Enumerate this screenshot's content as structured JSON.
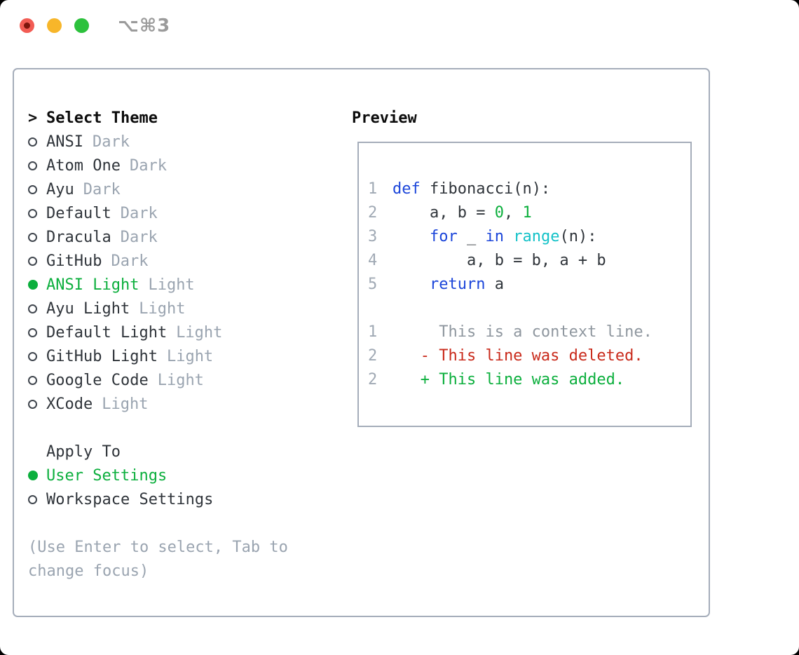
{
  "titlebar": {
    "shortcut": "⌥⌘3",
    "traffic_lights": [
      {
        "name": "close",
        "color": "#f25c54"
      },
      {
        "name": "minimize",
        "color": "#f7b62a"
      },
      {
        "name": "zoom",
        "color": "#2cc13c"
      }
    ]
  },
  "sidebar": {
    "prompt": ">",
    "title": "Select Theme",
    "themes": [
      {
        "label": "ANSI",
        "variant": "Dark",
        "selected": false
      },
      {
        "label": "Atom One",
        "variant": "Dark",
        "selected": false
      },
      {
        "label": "Ayu",
        "variant": "Dark",
        "selected": false
      },
      {
        "label": "Default",
        "variant": "Dark",
        "selected": false
      },
      {
        "label": "Dracula",
        "variant": "Dark",
        "selected": false
      },
      {
        "label": "GitHub",
        "variant": "Dark",
        "selected": false
      },
      {
        "label": "ANSI Light",
        "variant": "Light",
        "selected": true
      },
      {
        "label": "Ayu Light",
        "variant": "Light",
        "selected": false
      },
      {
        "label": "Default Light",
        "variant": "Light",
        "selected": false
      },
      {
        "label": "GitHub Light",
        "variant": "Light",
        "selected": false
      },
      {
        "label": "Google Code",
        "variant": "Light",
        "selected": false
      },
      {
        "label": "XCode",
        "variant": "Light",
        "selected": false
      }
    ],
    "apply_to": {
      "title": "Apply To",
      "options": [
        {
          "label": "User Settings",
          "selected": true
        },
        {
          "label": "Workspace Settings",
          "selected": false
        }
      ]
    },
    "hint_lines": [
      "(Use Enter to select, Tab to",
      "change focus)"
    ]
  },
  "preview": {
    "title": "Preview",
    "code_lines": [
      {
        "num": "1",
        "tokens": [
          {
            "text": "def",
            "type": "keyword"
          },
          {
            "text": " fibonacci(n):",
            "type": "plain"
          }
        ]
      },
      {
        "num": "2",
        "tokens": [
          {
            "text": "    a, b = ",
            "type": "plain"
          },
          {
            "text": "0",
            "type": "number"
          },
          {
            "text": ", ",
            "type": "plain"
          },
          {
            "text": "1",
            "type": "number"
          }
        ]
      },
      {
        "num": "3",
        "tokens": [
          {
            "text": "    ",
            "type": "plain"
          },
          {
            "text": "for",
            "type": "keyword"
          },
          {
            "text": " _ ",
            "type": "plain"
          },
          {
            "text": "in",
            "type": "keyword"
          },
          {
            "text": " ",
            "type": "plain"
          },
          {
            "text": "range",
            "type": "builtin"
          },
          {
            "text": "(n):",
            "type": "plain"
          }
        ]
      },
      {
        "num": "4",
        "tokens": [
          {
            "text": "        a, b = b, a + b",
            "type": "plain"
          }
        ]
      },
      {
        "num": "5",
        "tokens": [
          {
            "text": "    ",
            "type": "plain"
          },
          {
            "text": "return",
            "type": "keyword"
          },
          {
            "text": " a",
            "type": "plain"
          }
        ]
      }
    ],
    "diff_lines": [
      {
        "num": "1",
        "text": "     This is a context line.",
        "type": "context"
      },
      {
        "num": "2",
        "text": "   - This line was deleted.",
        "type": "deleted"
      },
      {
        "num": "2",
        "text": "   + This line was added.",
        "type": "added"
      }
    ]
  },
  "colors": {
    "accent_green": "#0caf3d",
    "keyword_blue": "#1c46da",
    "builtin_cyan": "#14c2c8",
    "deleted_red": "#c92a1b",
    "muted_gray": "#9aa4b0",
    "border_gray": "#a5adba",
    "text_dark": "#2f343a"
  }
}
